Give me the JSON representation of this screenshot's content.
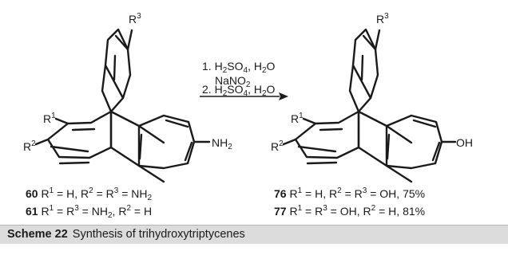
{
  "labels": {
    "r1": "R",
    "r1_sup": "1",
    "r2": "R",
    "r2_sup": "2",
    "r3": "R",
    "r3_sup": "3",
    "nh2": "NH",
    "nh2_sub": "2",
    "oh": "OH"
  },
  "conditions": {
    "step1_num": "1.",
    "step1_reagent_a": "H",
    "step1_reagent_a_sub": "2",
    "step1_reagent_b": "SO",
    "step1_reagent_b_sub": "4",
    "step1_reagent_c": ", H",
    "step1_reagent_c_sub": "2",
    "step1_reagent_d": "O",
    "step1_line2": "NaNO",
    "step1_line2_sub": "2",
    "step2_num": "2.",
    "step2_reagent_a": "H",
    "step2_reagent_a_sub": "2",
    "step2_reagent_b": "SO",
    "step2_reagent_b_sub": "4",
    "step2_reagent_c": ", H",
    "step2_reagent_c_sub": "2",
    "step2_reagent_d": "O"
  },
  "compounds": {
    "c60": {
      "num": "60",
      "sub_a": "R",
      "sup_a": "1",
      "txt_a": " = H, R",
      "sup_b": "2",
      "txt_b": " = R",
      "sup_c": "3",
      "txt_c": " = NH",
      "sub_c": "2"
    },
    "c61": {
      "num": "61",
      "sub_a": "R",
      "sup_a": "1",
      "txt_a": " = R",
      "sup_b": "3",
      "txt_b": " = NH",
      "sub_b": "2",
      "txt_c": ", R",
      "sup_c": "2",
      "txt_d": " = H"
    },
    "c76": {
      "num": "76",
      "sub_a": "R",
      "sup_a": "1",
      "txt_a": " = H, R",
      "sup_b": "2",
      "txt_b": " = R",
      "sup_c": "3",
      "txt_c": " = OH, 75%"
    },
    "c77": {
      "num": "77",
      "sub_a": "R",
      "sup_a": "1",
      "txt_a": " = R",
      "sup_b": "3",
      "txt_b": " = OH, R",
      "sup_c": "2",
      "txt_c": " = H, 81%"
    }
  },
  "caption": {
    "tag": "Scheme 22",
    "text": "Synthesis of trihydroxytriptycenes"
  },
  "colors": {
    "ink": "#1a1a1a",
    "caption_bg": "#dcdcdc"
  }
}
